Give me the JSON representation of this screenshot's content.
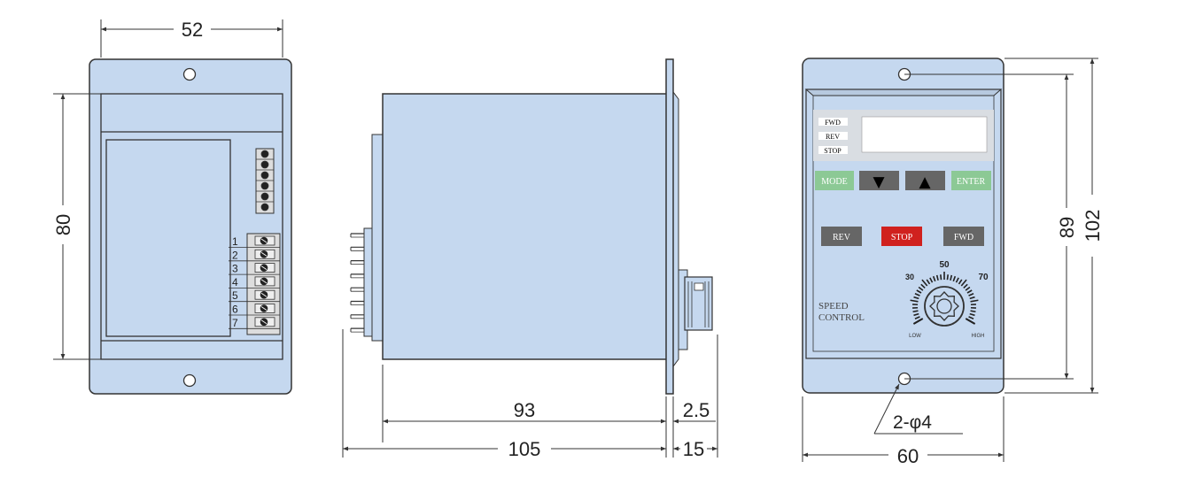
{
  "colors": {
    "body": "#c5d8ef",
    "outline": "#333333",
    "panel": "#d9dde2",
    "button_green": "#8cc995",
    "button_gray": "#666666",
    "button_red": "#d0211e",
    "dimension_line": "#333333"
  },
  "front_view_left": {
    "width_dim": "52",
    "height_dim": "80",
    "terminal_numbers": [
      "1",
      "2",
      "3",
      "4",
      "5",
      "6",
      "7"
    ]
  },
  "side_view": {
    "depth_dim": "93",
    "total_dim": "105",
    "flange_dim": "2.5",
    "knob_dim": "15"
  },
  "front_view_right": {
    "indicator_labels": [
      "FWD",
      "REV",
      "STOP"
    ],
    "buttons": {
      "mode": "MODE",
      "down_symbol": "▼",
      "up_symbol": "▲",
      "enter": "ENTER",
      "rev": "REV",
      "stop": "STOP",
      "fwd": "FWD"
    },
    "speed_label_line1": "SPEED",
    "speed_label_line2": "CONTROL",
    "scale": {
      "s30": "30",
      "s50": "50",
      "s70": "70",
      "low": "LOW",
      "high": "HIGH"
    },
    "height_inner_dim": "89",
    "height_outer_dim": "102",
    "width_dim": "60",
    "hole_callout": "2-φ4"
  }
}
